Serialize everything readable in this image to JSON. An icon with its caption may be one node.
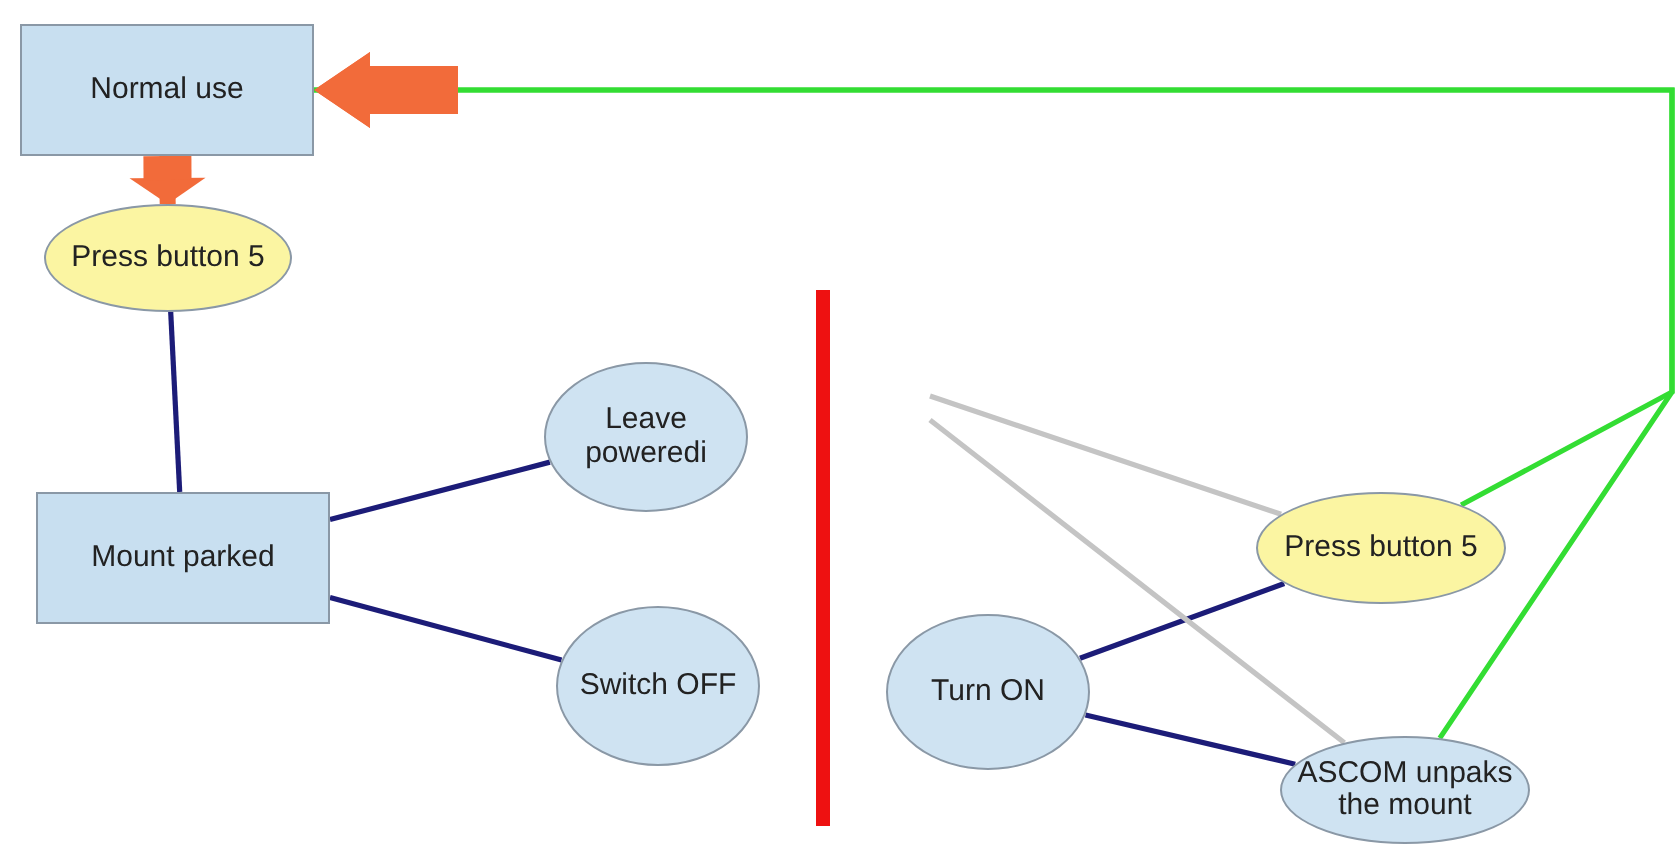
{
  "diagram": {
    "nodes": [
      {
        "text": [
          "Normal use"
        ]
      },
      {
        "text": [
          "Press button 5"
        ]
      },
      {
        "text": [
          "Mount parked"
        ]
      },
      {
        "text": [
          "Leave poweredi"
        ]
      },
      {
        "text": [
          "Switch OFF"
        ]
      },
      {
        "text": [
          "Turn ON"
        ]
      },
      {
        "text": [
          "Press button 5"
        ]
      },
      {
        "text": [
          "ASCOM unpaks the mount"
        ]
      }
    ],
    "edges": [
      {
        "from": 0,
        "to": 1,
        "arrow": "to",
        "style": "thick",
        "color": "#f26b3a"
      },
      {
        "from": 6,
        "to": 0,
        "arrow": "to",
        "color": "#33dd33"
      },
      {
        "from": 7,
        "to": 0,
        "arrow": "to",
        "color": "#33dd33"
      },
      {
        "from": 1,
        "to": 2,
        "arrow": "none"
      },
      {
        "from": 2,
        "to": 3,
        "arrow": "none"
      },
      {
        "from": 2,
        "to": 4,
        "arrow": "none"
      },
      {
        "from": 5,
        "to": 6,
        "arrow": "none"
      },
      {
        "from": 5,
        "to": 7,
        "arrow": "none"
      },
      {
        "from": null,
        "to": 6,
        "arrow": "none",
        "color": "#c4c4c4"
      },
      {
        "from": null,
        "to": 7,
        "arrow": "none",
        "color": "#c4c4c4"
      }
    ]
  }
}
